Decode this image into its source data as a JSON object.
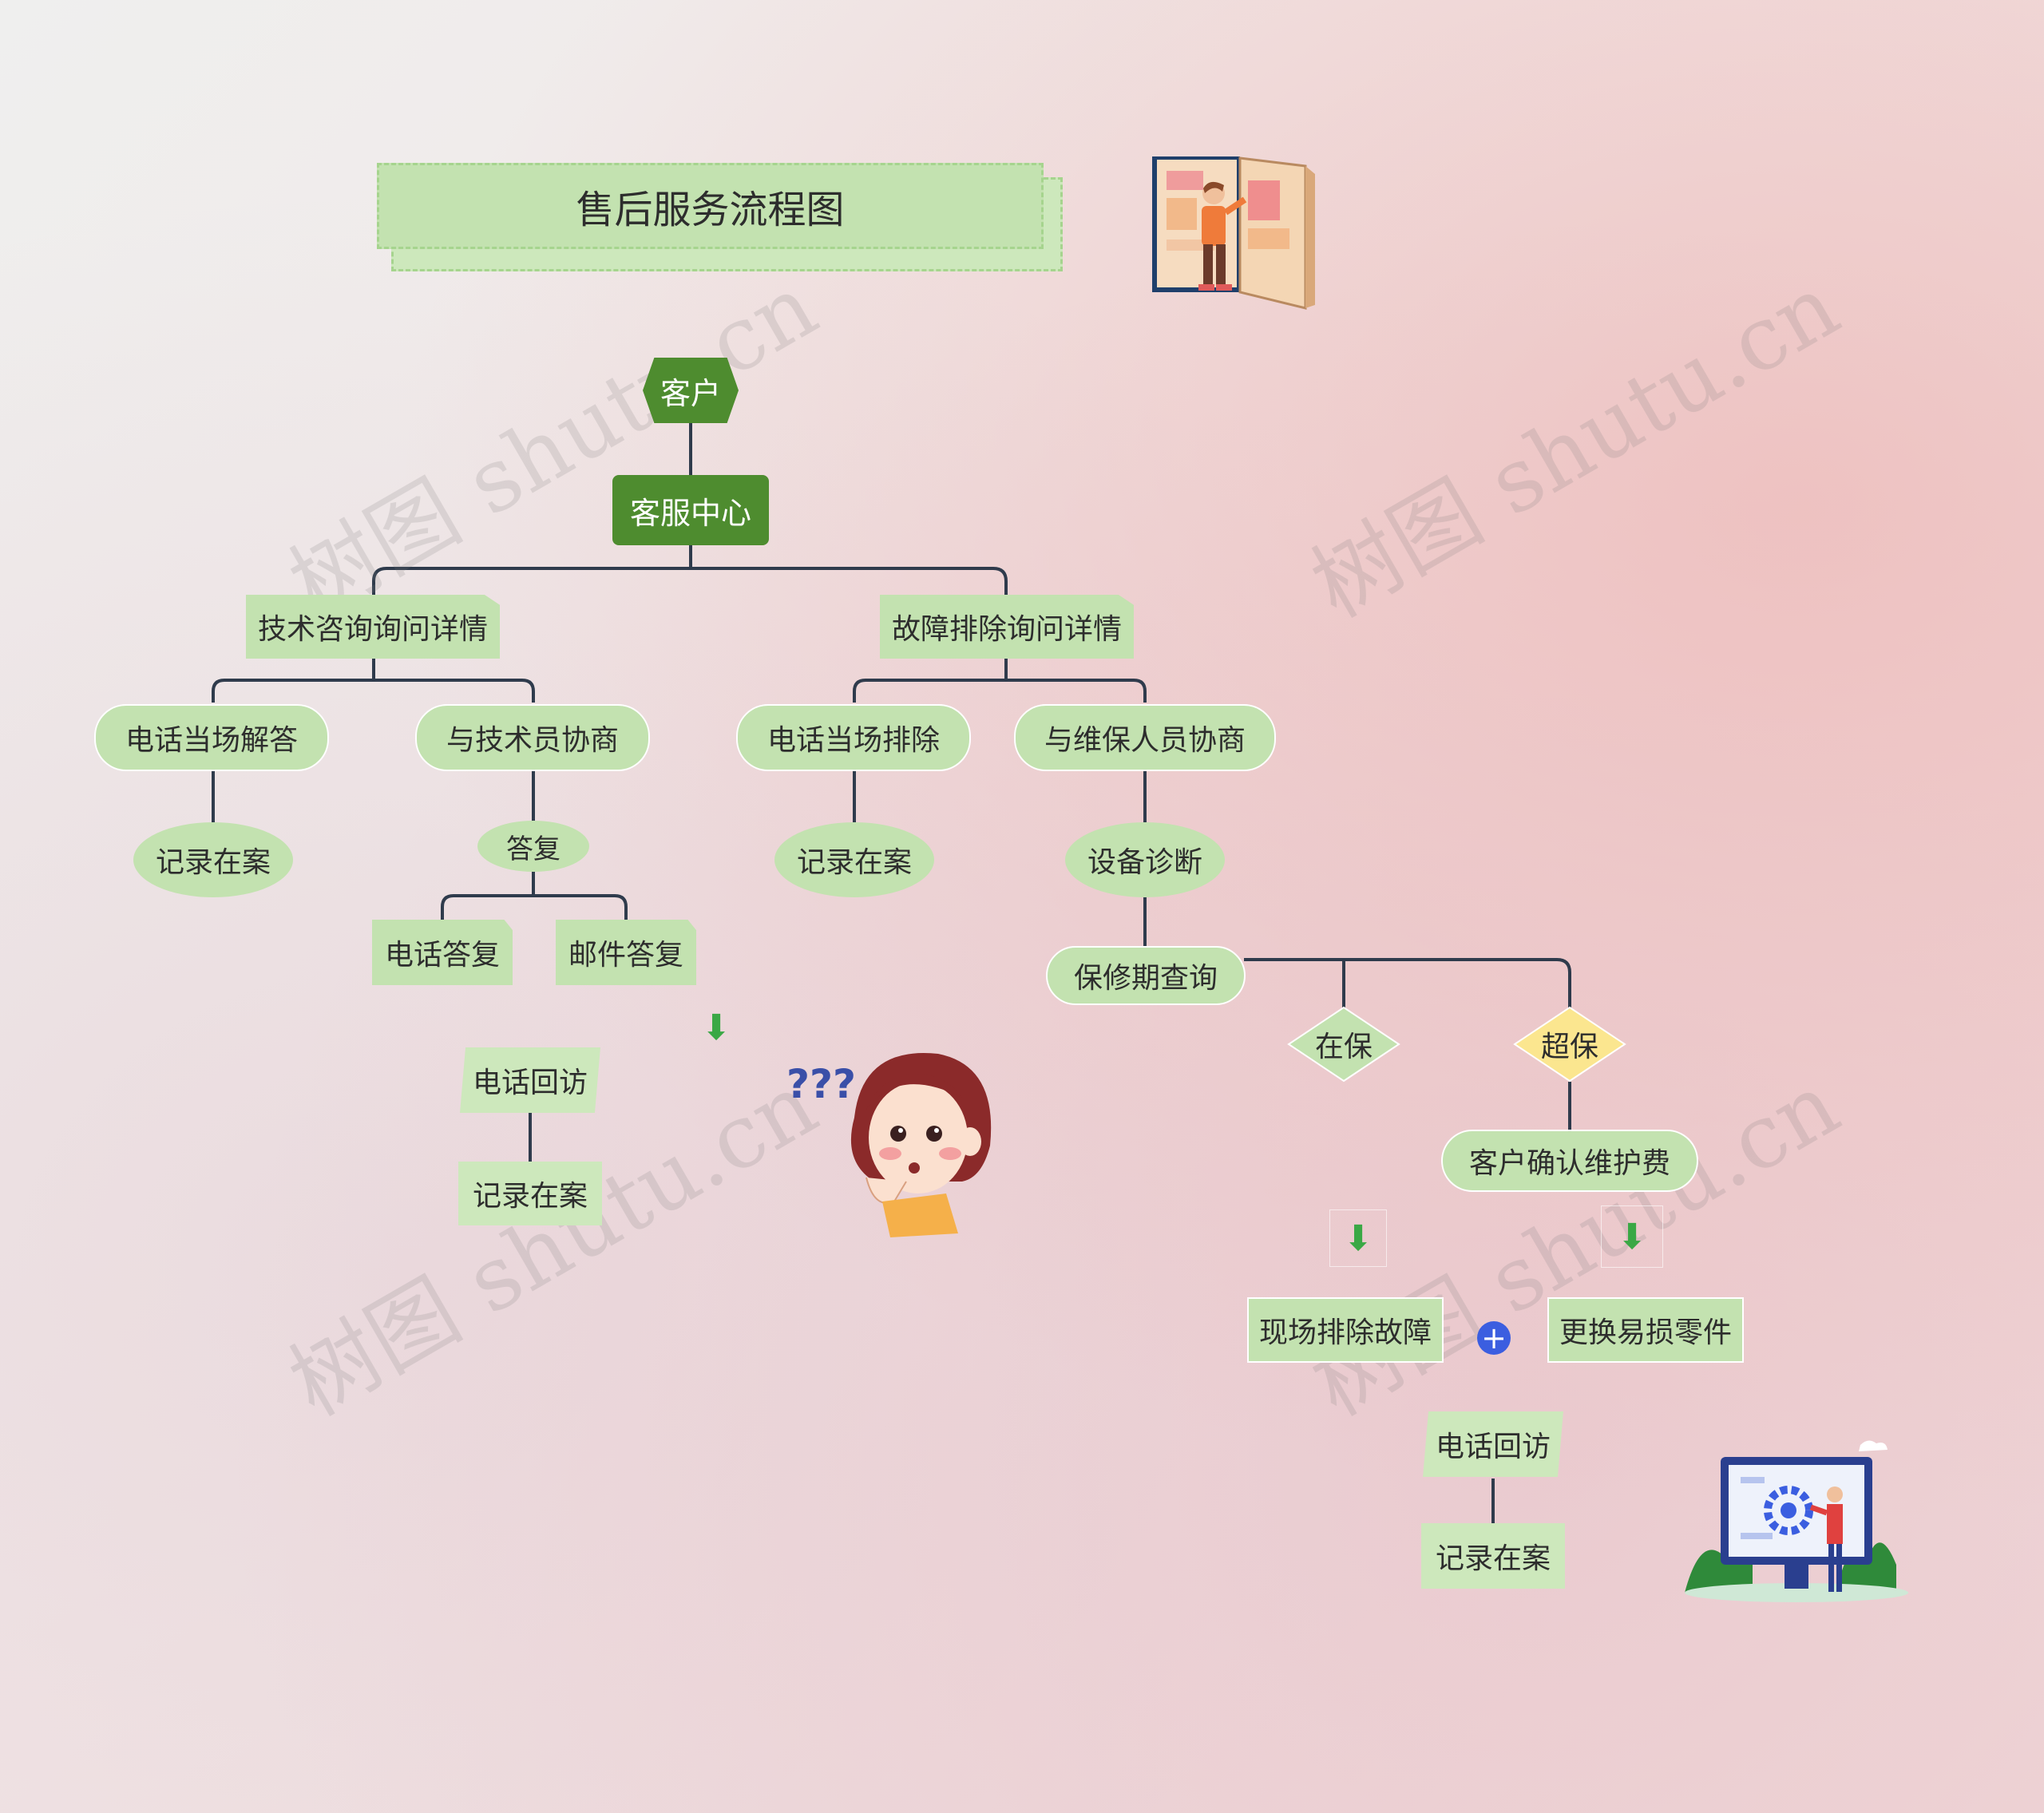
{
  "title": "售后服务流程图",
  "watermark": "树图 shutu.cn",
  "nodes": {
    "customer": "客户",
    "service_center": "客服中心",
    "tech_consult": "技术咨询询问详情",
    "fault_troubleshoot": "故障排除询问详情",
    "phone_answer": "电话当场解答",
    "tech_negotiate": "与技术员协商",
    "phone_fix": "电话当场排除",
    "repair_negotiate": "与维保人员协商",
    "record_1": "记录在案",
    "reply": "答复",
    "record_2": "记录在案",
    "diagnosis": "设备诊断",
    "phone_reply": "电话答复",
    "mail_reply": "邮件答复",
    "warranty_query": "保修期查询",
    "in_warranty": "在保",
    "out_warranty": "超保",
    "phone_followup_1": "电话回访",
    "record_3": "记录在案",
    "confirm_fee": "客户确认维护费",
    "onsite_fix": "现场排除故障",
    "replace_parts": "更换易损零件",
    "phone_followup_2": "电话回访",
    "record_4": "记录在案"
  },
  "colors": {
    "accent_dark_green": "#4e8c2f",
    "node_green": "#c3e2b0",
    "diamond_yellow": "#fbe68f",
    "connector": "#2f3b4c",
    "arrow_green": "#3aa845"
  },
  "icons": [
    "book-illustration",
    "confused-girl-illustration",
    "computer-gear-illustration",
    "down-arrow-icon",
    "plus-icon"
  ]
}
